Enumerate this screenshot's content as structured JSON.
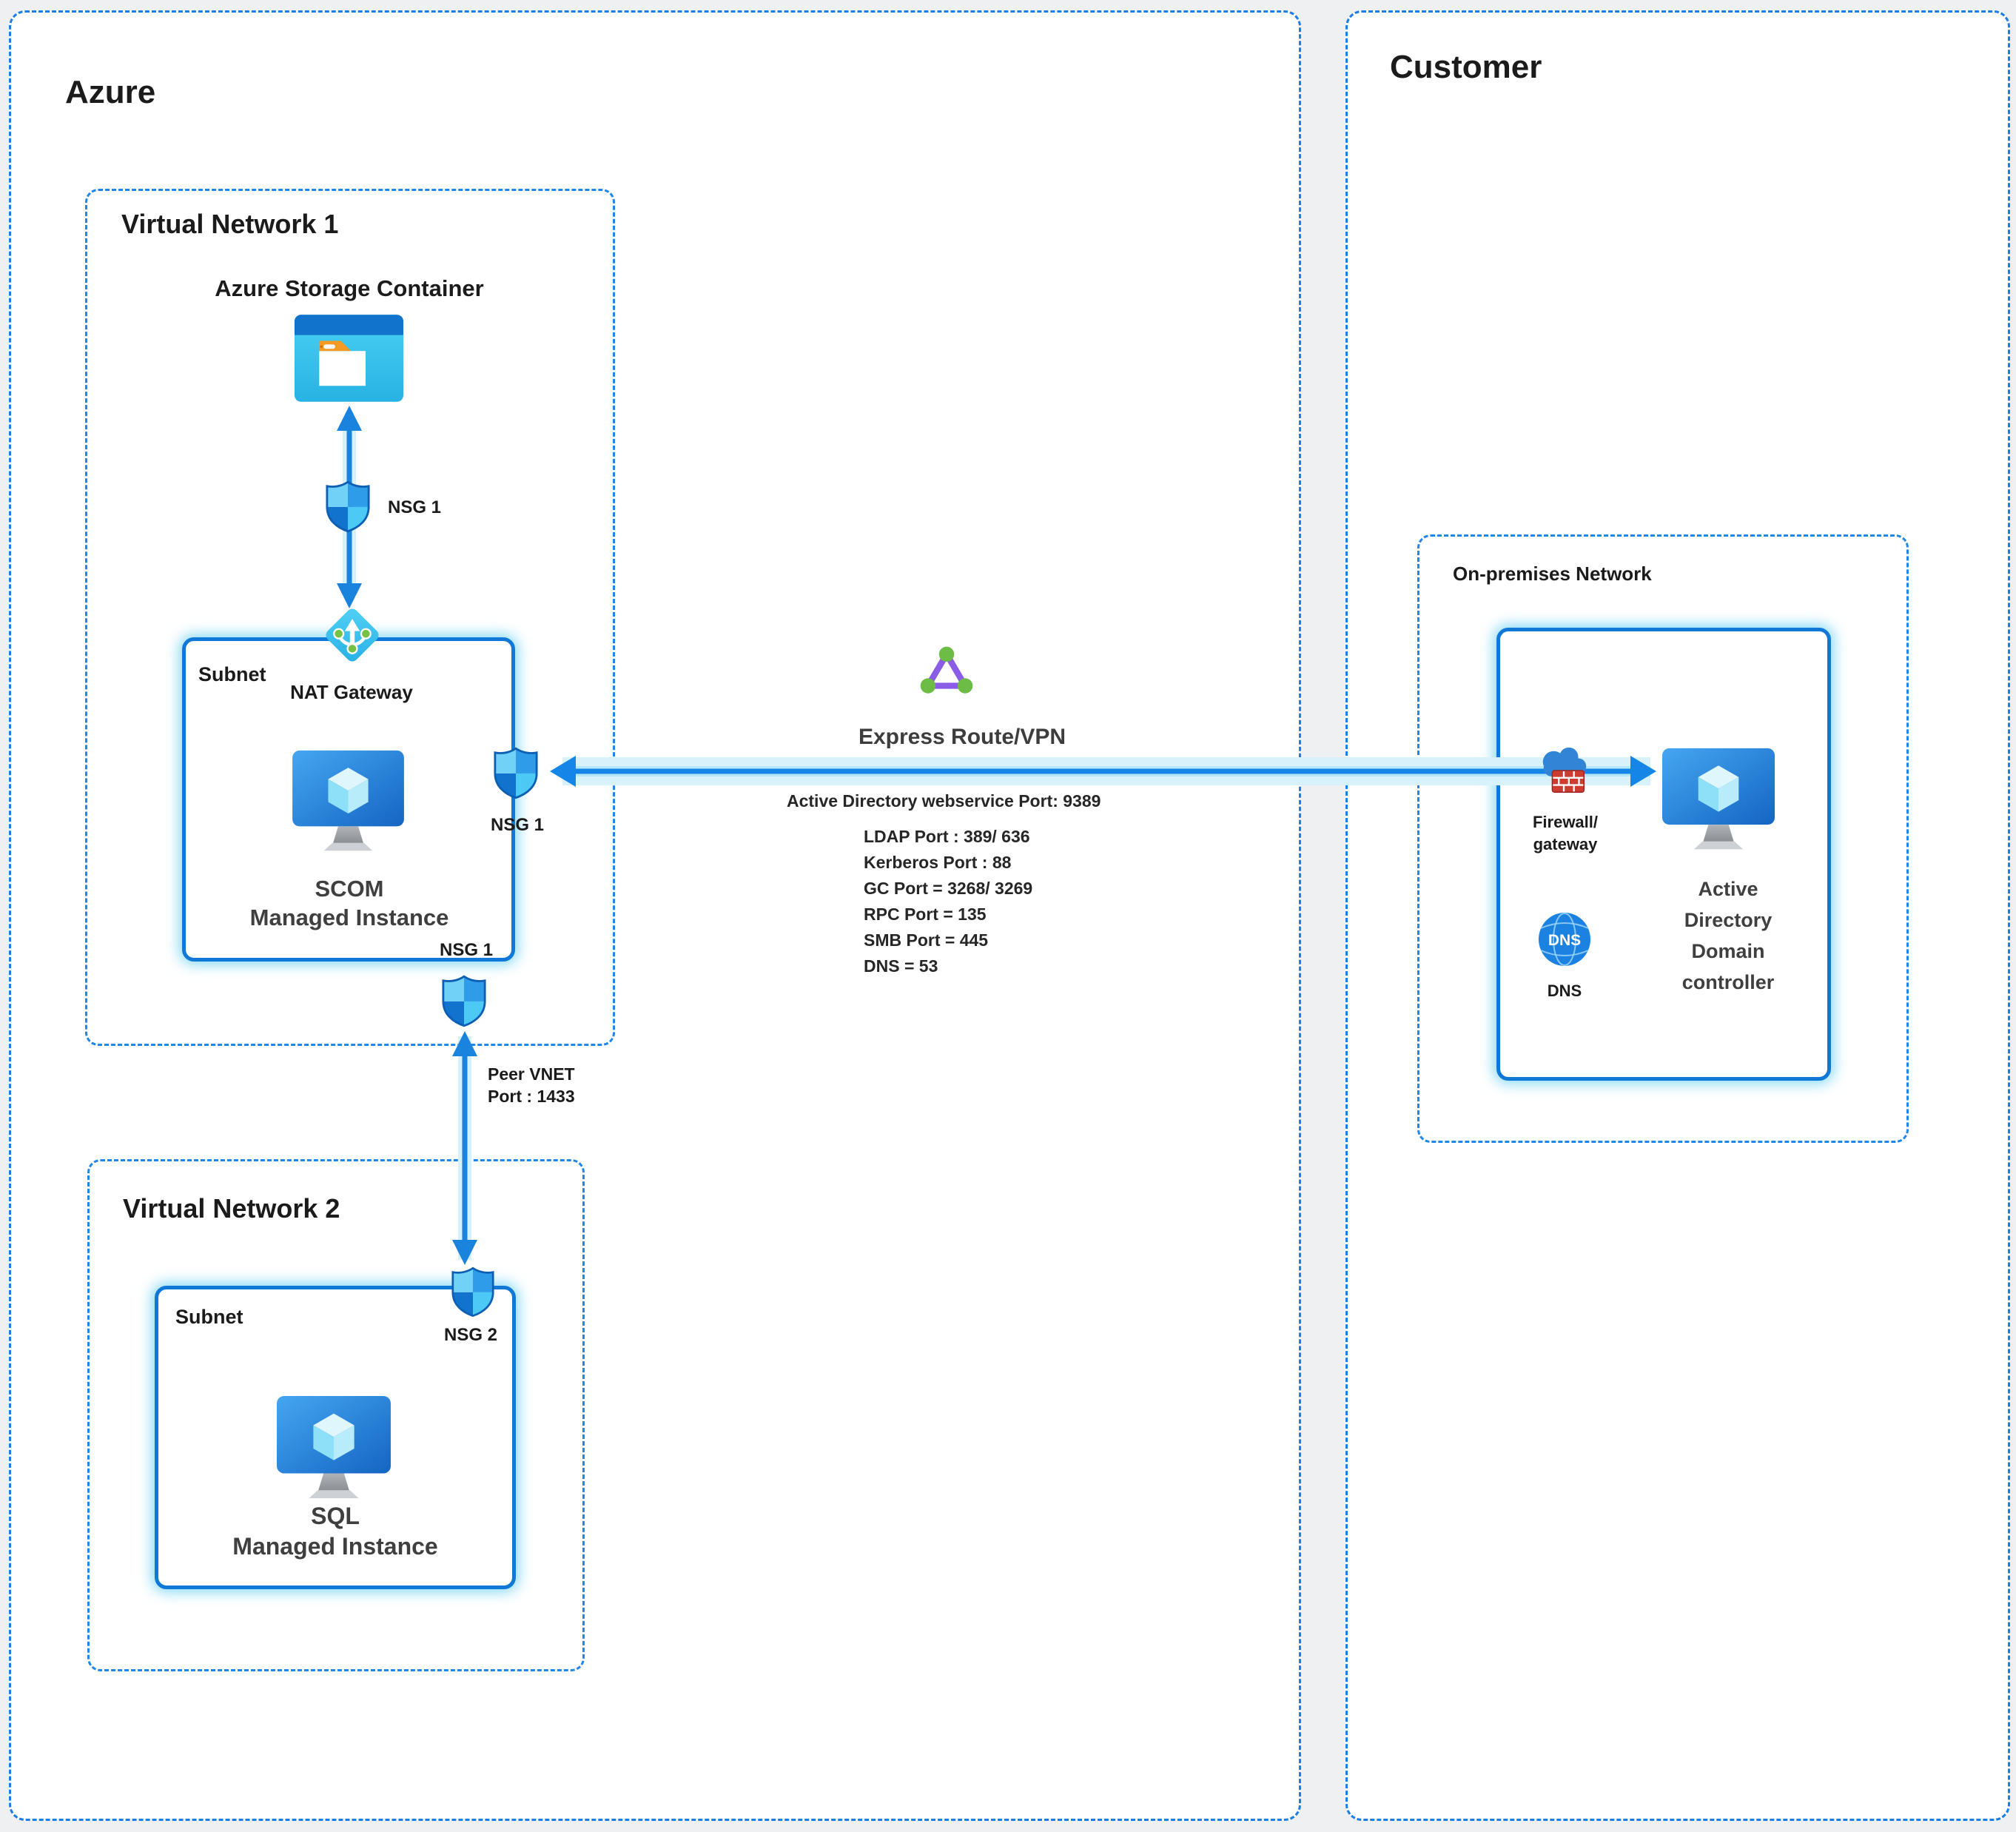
{
  "colors": {
    "accent_blue": "#1586e8",
    "dashed_border": "#1a7ee6",
    "solid_border": "#1079d8",
    "glow": "#7fd4f3",
    "background": "#eef0f2",
    "shield_dark": "#1173cd",
    "shield_light": "#71d1f6",
    "express_purple": "#8b5ce6",
    "express_green": "#6cbc45",
    "firewall_red": "#cd3c31",
    "text_dark": "#1b1b1b",
    "text_gray": "#3f3f3f"
  },
  "azure": {
    "title": "Azure",
    "vnet1": {
      "title": "Virtual Network 1",
      "storage_label": "Azure Storage Container",
      "nsg_storage_label": "NSG 1",
      "nat_gateway_label": "NAT Gateway",
      "nsg_right_label": "NSG 1",
      "nsg_bottom_label": "NSG 1",
      "subnet": {
        "label": "Subnet",
        "scom_name": "SCOM",
        "scom_type": "Managed Instance"
      }
    },
    "peering": {
      "line1": "Peer VNET",
      "line2": "Port : 1433"
    },
    "vnet2": {
      "title": "Virtual Network 2",
      "nsg_label": "NSG 2",
      "subnet": {
        "label": "Subnet",
        "sql_name": "SQL",
        "sql_type": "Managed Instance"
      }
    }
  },
  "connection": {
    "express_route_label": "Express Route/VPN",
    "ad_webservice_port": "Active Directory webservice Port: 9389",
    "ports": [
      "LDAP Port : 389/ 636",
      "Kerberos Port : 88",
      "GC Port = 3268/ 3269",
      "RPC Port = 135",
      "SMB Port = 445",
      "DNS = 53"
    ]
  },
  "customer": {
    "title": "Customer",
    "onprem": {
      "title": "On-premises Network",
      "firewall_line1": "Firewall/",
      "firewall_line2": "gateway",
      "dns_icon_text": "DNS",
      "dns_label": "DNS",
      "adc_line1": "Active",
      "adc_line2": "Directory",
      "adc_line3": "Domain",
      "adc_line4": "controller"
    }
  }
}
